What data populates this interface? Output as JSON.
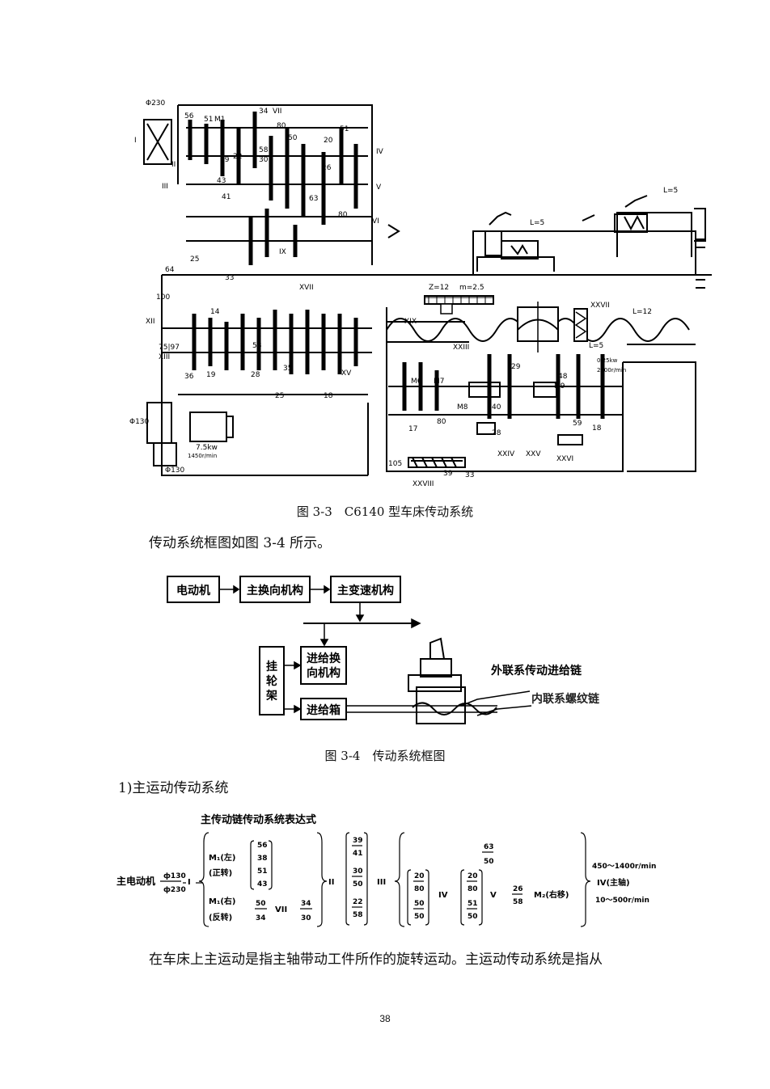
{
  "figure1": {
    "caption": "图 3-3　C6140 型车床传动系统",
    "labels": {
      "d230": "Φ230",
      "n56": "56",
      "n51": "51",
      "m1": "M1",
      "n34": "34",
      "vii": "VII",
      "n80": "80",
      "n50": "50",
      "n20": "20",
      "n51b": "51",
      "iv": "IV",
      "n58": "58",
      "n30": "30",
      "n39": "39",
      "n22": "22",
      "n26": "26",
      "n43": "43",
      "n41": "41",
      "n63": "63",
      "n80b": "80",
      "v": "V",
      "ii": "II",
      "iii": "III",
      "i": "I",
      "vi": "VI",
      "ix": "IX",
      "n33": "33",
      "n25": "25",
      "n64": "64",
      "n100": "100",
      "xii": "XII",
      "r7597": "75|97",
      "xiii": "XIII",
      "n36": "36",
      "n19": "19",
      "n28": "28",
      "n35": "35",
      "n14": "14",
      "n25b": "25",
      "n18": "18",
      "xv": "XV",
      "n58b": "58",
      "xvii": "XVII",
      "xix": "XIX",
      "xxiii": "XXIII",
      "z12": "Z=12",
      "m25": "m=2.5",
      "xxvii": "XXVII",
      "l12": "L=12",
      "l5a": "L=5",
      "l5b": "L=5",
      "l5c": "L=5",
      "n48": "48",
      "n29": "29",
      "n59": "59",
      "n18b": "18",
      "n40": "40",
      "n17": "17",
      "n80c": "80",
      "n28b": "28",
      "xxiv": "XXIV",
      "xxv": "XXV",
      "xxvi": "XXVI",
      "n105": "105",
      "n39b": "39",
      "n33b": "33",
      "xxviii": "XXVIII",
      "d130": "Φ130",
      "d130b": "Φ130",
      "motor_kw": "7.5kw",
      "motor_rpm": "1450r/min",
      "speed1": "0.25kw",
      "speed2": "2800r/min",
      "m6": "M6",
      "m7": "M7",
      "m8": "M8",
      "m9": "M9"
    }
  },
  "text1": "传动系统框图如图 3-4 所示。",
  "figure2": {
    "caption": "图 3-4　传动系统框图",
    "box_motor": "电动机",
    "box_reverse": "主换向机构",
    "box_gearbox": "主变速机构",
    "box_feed_reverse_1": "进给换",
    "box_feed_reverse_2": "向机构",
    "box_hanger_1": "挂",
    "box_hanger_2": "轮",
    "box_hanger_3": "架",
    "box_feedbox": "进给箱",
    "label_outer": "外联系传动进给链",
    "label_inner": "内联系螺纹链"
  },
  "section_heading": "1)主运动传动系统",
  "formula": {
    "title": "主传动链传动系统表达式",
    "lead": "主电动机",
    "pulley_num": "ф130",
    "pulley_den": "ф230",
    "shaft_i": "I",
    "m1_left": "M₁(左)",
    "forward": "(正转)",
    "m1_right": "M₁(右)",
    "reverse": "(反转)",
    "f56": "56",
    "f38": "38",
    "f51": "51",
    "f43": "43",
    "f50": "50",
    "f34": "34",
    "shaft_vii": "VII",
    "f34b": "34",
    "f30": "30",
    "shaft_ii": "II",
    "f39": "39",
    "f41": "41",
    "f30b": "30",
    "f50b": "50",
    "f22": "22",
    "f58": "58",
    "shaft_iii": "III",
    "f63": "63",
    "f50c": "50",
    "f20": "20",
    "f80": "80",
    "f50d": "50",
    "f50e": "50",
    "shaft_iv": "IV",
    "f20b": "20",
    "f80b": "80",
    "f51b": "51",
    "f50f": "50",
    "shaft_v": "V",
    "f26": "26",
    "f58b": "58",
    "m2": "M₂(右移)",
    "out1": "450～1400r/min",
    "out2": "IV(主轴)",
    "out3": "10～500r/min"
  },
  "text2": "在车床上主运动是指主轴带动工件所作的旋转运动。主运动传动系统是指从",
  "page_number": "38"
}
